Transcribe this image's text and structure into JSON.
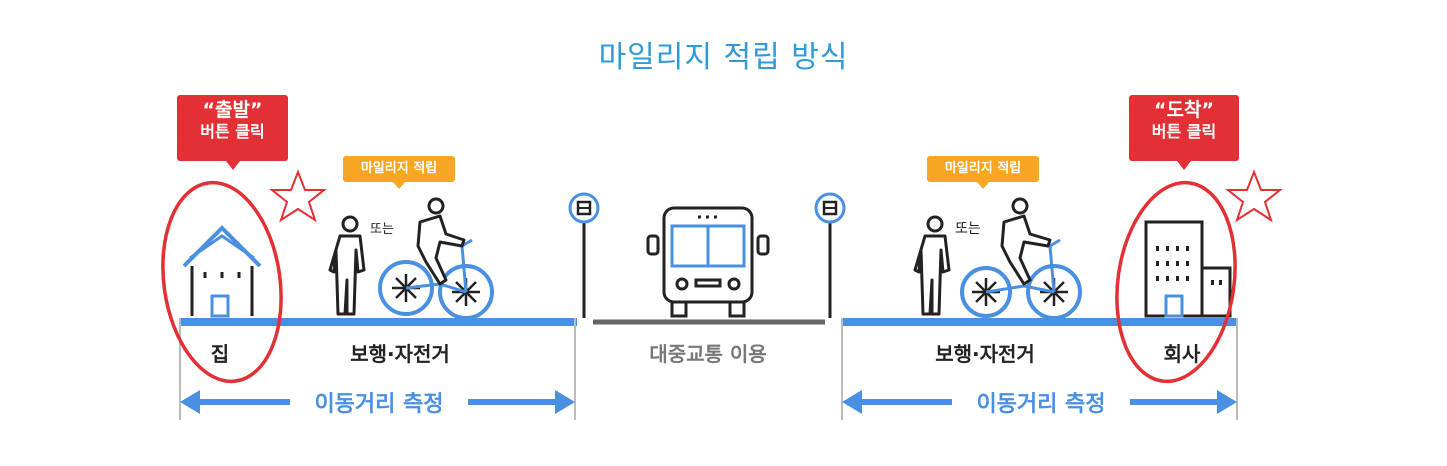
{
  "title": "마일리지 적립 방식",
  "start_callout": {
    "line1": "“출발”",
    "line2": "버튼 클릭"
  },
  "end_callout": {
    "line1": "“도착”",
    "line2": "버튼 클릭"
  },
  "mileage_tag_left": "마일리지 적립",
  "mileage_tag_right": "마일리지 적립",
  "or_left": "또는",
  "or_right": "또는",
  "labels": {
    "home": "집",
    "walk_bike_left": "보행·자전거",
    "public_transit": "대중교통 이용",
    "walk_bike_right": "보행·자전거",
    "company": "회사"
  },
  "measure_left": "이동거리 측정",
  "measure_right": "이동거리 측정",
  "colors": {
    "blue": "#4a90e2",
    "title": "#2e9bd8",
    "red": "#e23034",
    "orange": "#f6a623",
    "gray": "#777777"
  }
}
